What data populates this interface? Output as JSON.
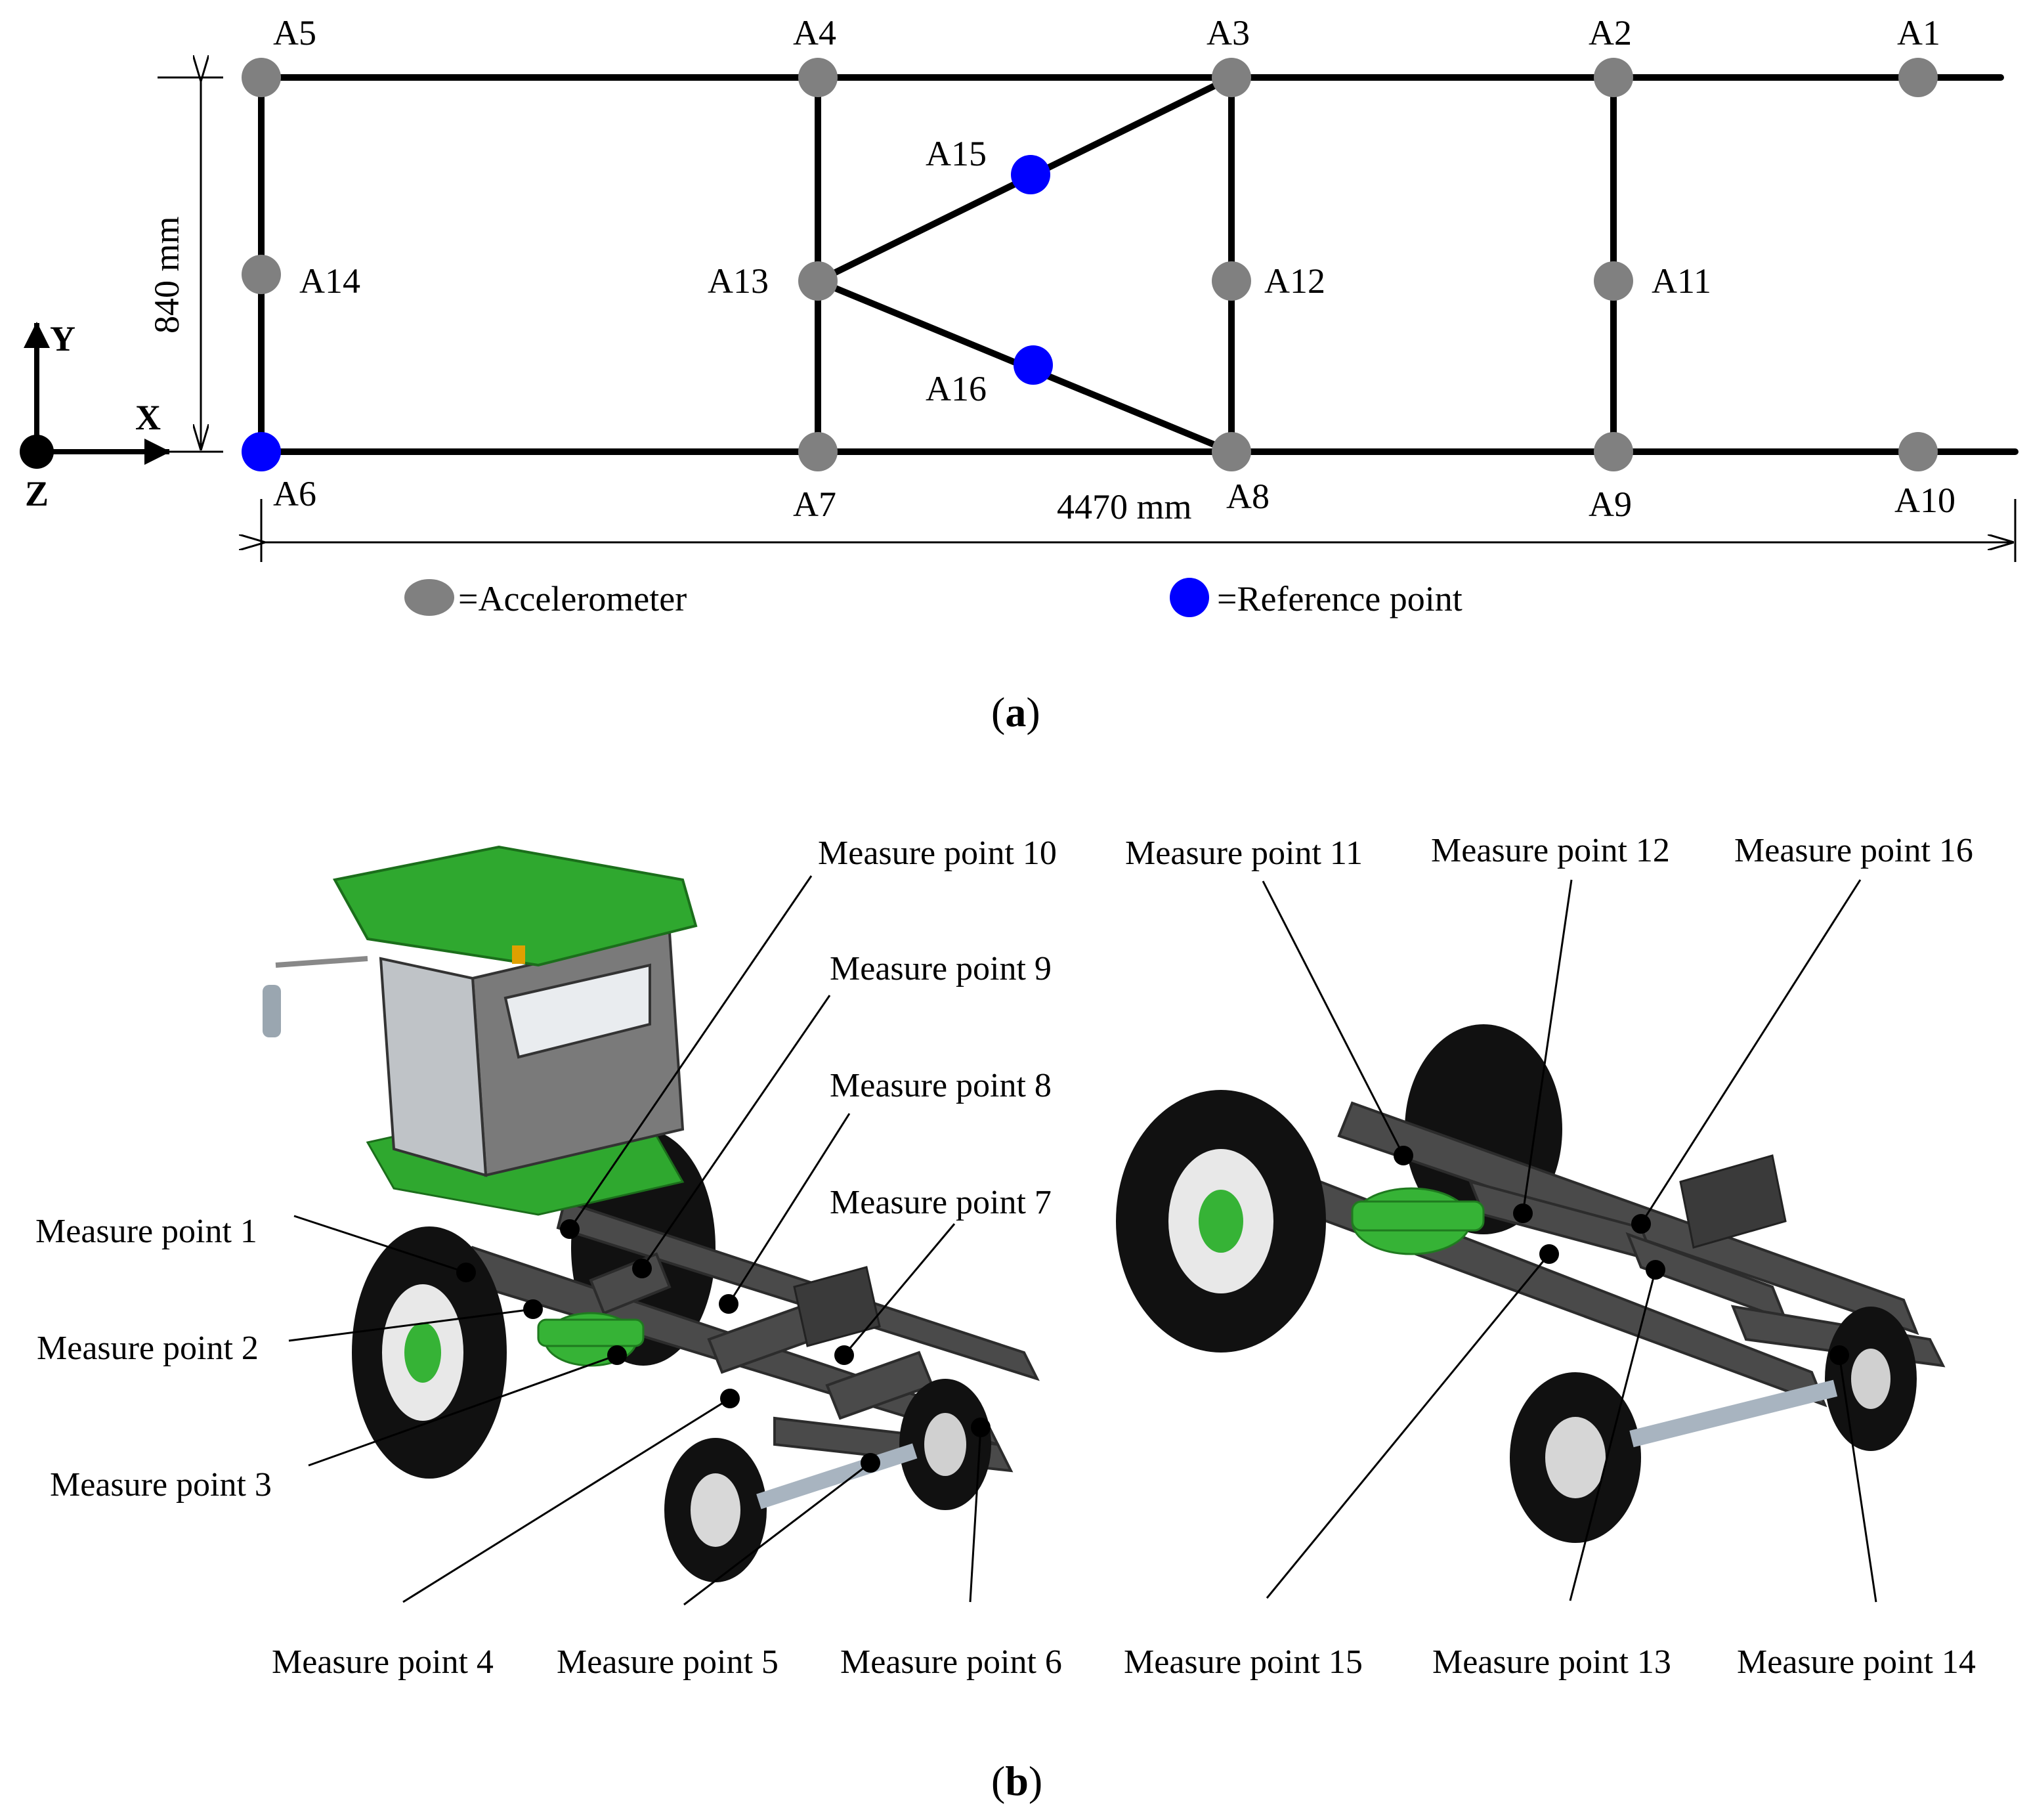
{
  "part_a": {
    "caption_letter": "a",
    "axes": {
      "y": "Y",
      "x": "X",
      "z": "Z"
    },
    "dim_height": "840 mm",
    "dim_width": "4470 mm",
    "points": {
      "A1": "A1",
      "A2": "A2",
      "A3": "A3",
      "A4": "A4",
      "A5": "A5",
      "A6": "A6",
      "A7": "A7",
      "A8": "A8",
      "A9": "A9",
      "A10": "A10",
      "A11": "A11",
      "A12": "A12",
      "A13": "A13",
      "A14": "A14",
      "A15": "A15",
      "A16": "A16"
    },
    "legend": {
      "accelerometer": "=Accelerometer",
      "reference": "=Reference point"
    },
    "colors": {
      "accelerometer": "#808080",
      "reference": "#0000ff",
      "frame": "#000000"
    }
  },
  "part_b": {
    "caption_letter": "b",
    "labels": {
      "mp1": "Measure point 1",
      "mp2": "Measure point 2",
      "mp3": "Measure point 3",
      "mp4": "Measure point 4",
      "mp5": "Measure point 5",
      "mp6": "Measure point 6",
      "mp7": "Measure point 7",
      "mp8": "Measure point 8",
      "mp9": "Measure point 9",
      "mp10": "Measure point 10",
      "mp11": "Measure point 11",
      "mp12": "Measure point 12",
      "mp13": "Measure point 13",
      "mp14": "Measure point 14",
      "mp15": "Measure point 15",
      "mp16": "Measure point 16"
    },
    "colors": {
      "cab": "#2fa82f",
      "frame": "#4a4a4a",
      "tire": "#111111",
      "hub": "#3cb33c"
    }
  }
}
